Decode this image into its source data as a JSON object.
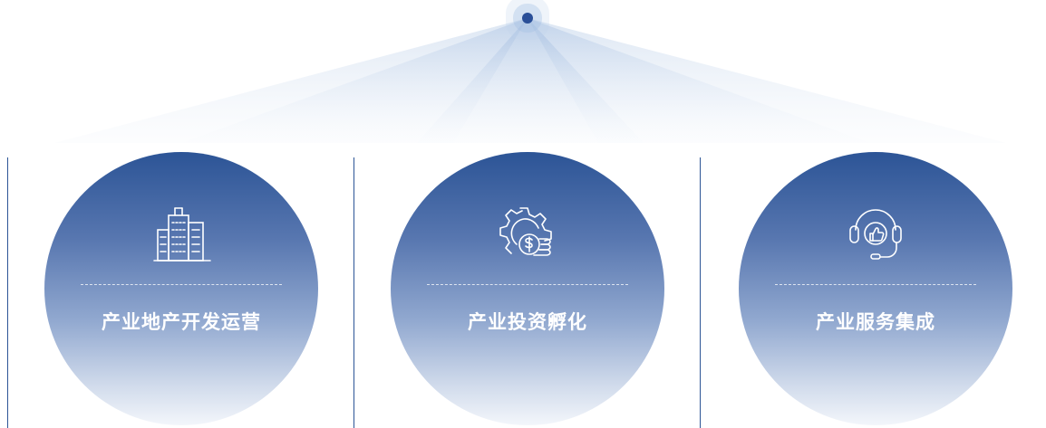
{
  "cards": [
    {
      "title": "产业地产开发运营",
      "icon": "building-icon"
    },
    {
      "title": "产业投资孵化",
      "icon": "gear-coins-icon"
    },
    {
      "title": "产业服务集成",
      "icon": "headset-thumbs-up-icon"
    }
  ],
  "colors": {
    "accent": "#2c5496",
    "beam": "#b9cde6",
    "divider": "#2d5596"
  }
}
